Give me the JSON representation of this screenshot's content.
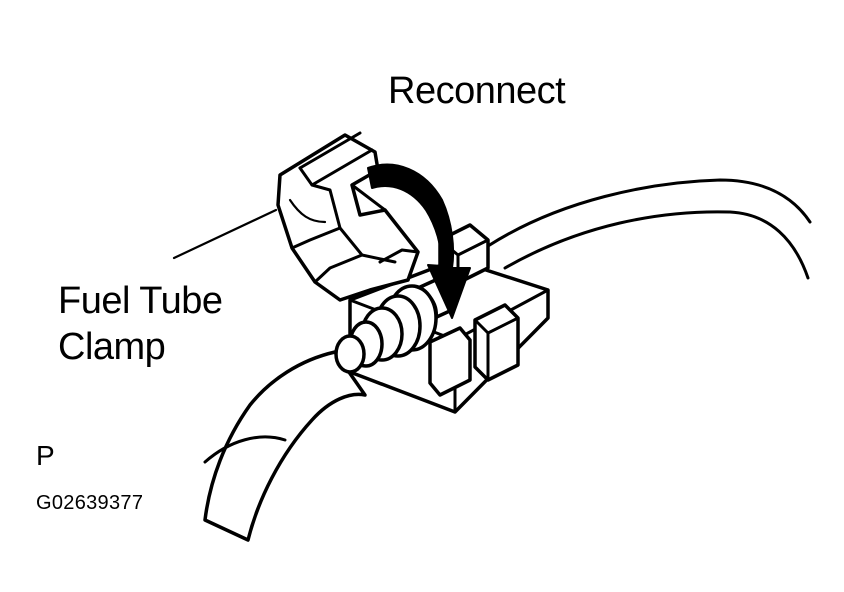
{
  "labels": {
    "action": "Reconnect",
    "part_line1": "Fuel Tube",
    "part_line2": "Clamp",
    "view_letter": "P",
    "figure_code": "G02639377"
  },
  "icons": {
    "direction": "curved-arrow-icon"
  },
  "colors": {
    "ink": "#000000",
    "paper": "#ffffff"
  }
}
